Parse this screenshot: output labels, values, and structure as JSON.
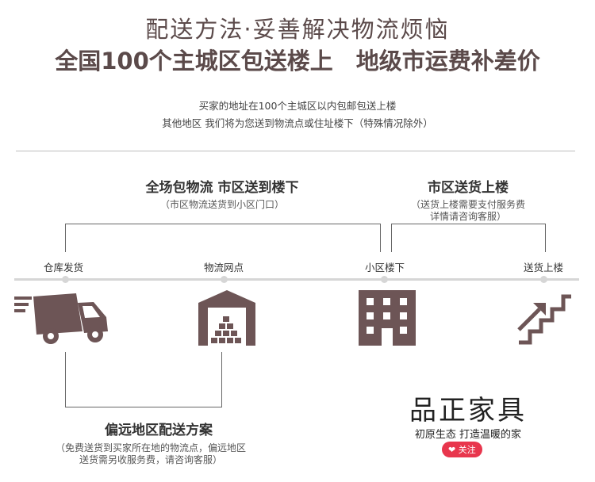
{
  "header": {
    "title": "配送方法·妥善解决物流烦恼",
    "subtitle": "全国100个主城区包送楼上　地级市运费补差价",
    "desc_line1": "买家的地址在100个主城区以内包邮包送上楼",
    "desc_line2": "其他地区 我们将为您送到物流点或住址楼下（特殊情况除外）"
  },
  "route_left": {
    "title": "全场包物流  市区送到楼下",
    "note": "（市区物流送货到小区门口）"
  },
  "route_right": {
    "title": "市区送货上楼",
    "note_line1": "（送货上楼需要支付服务费",
    "note_line2": "详情请咨询客服）"
  },
  "stops": [
    {
      "label": "仓库发货",
      "icon": "truck-icon"
    },
    {
      "label": "物流网点",
      "icon": "warehouse-icon"
    },
    {
      "label": "小区楼下",
      "icon": "building-icon"
    },
    {
      "label": "送货上楼",
      "icon": "stairs-icon"
    }
  ],
  "remote": {
    "title": "偏远地区配送方案",
    "note_line1": "（免费送货到买家所在地的物流点，偏远地区",
    "note_line2": "送货需另收服务费，请咨询客服）"
  },
  "brand": {
    "name": "品正家具",
    "slogan": "初原生态 打造温暖的家",
    "follow_label": "关注"
  },
  "colors": {
    "icon": "#6d5556",
    "heading": "#5b4a4a",
    "follow_button": "#e8364d"
  }
}
